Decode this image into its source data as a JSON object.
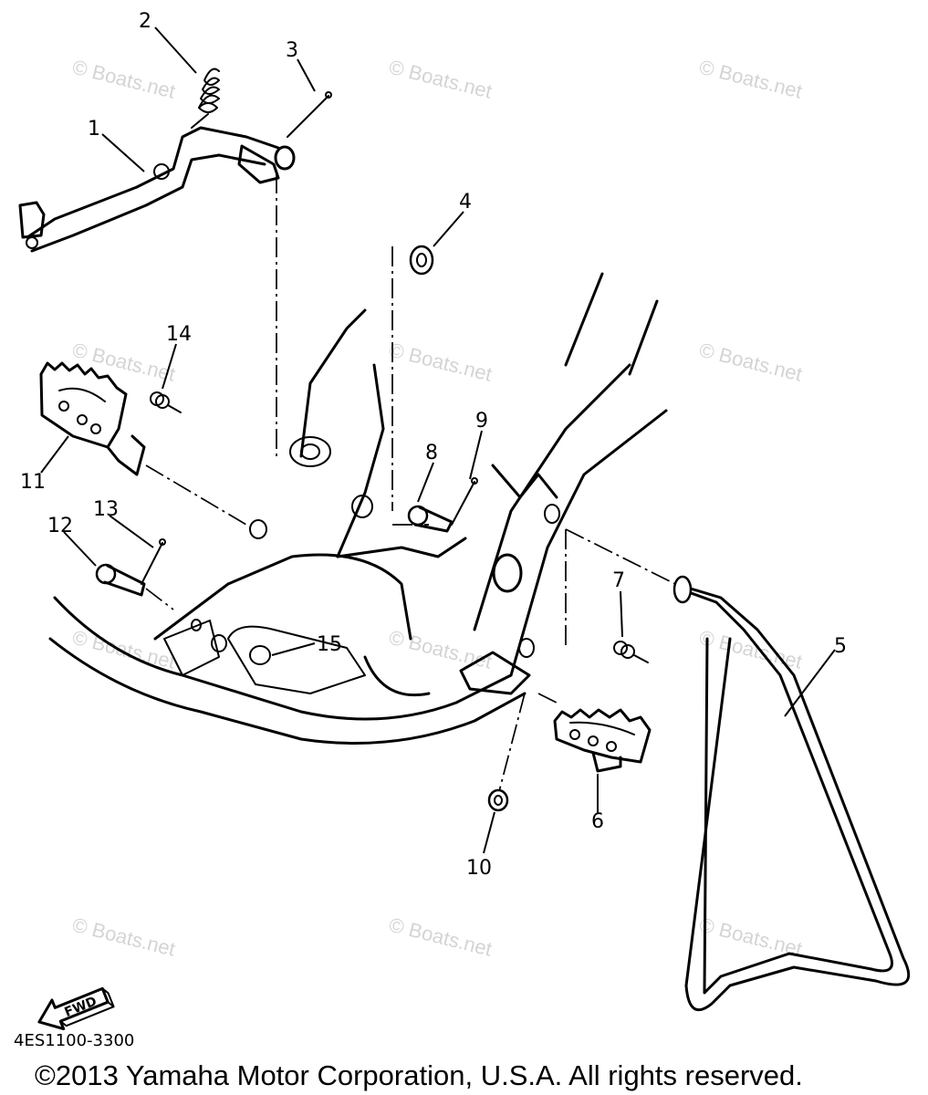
{
  "watermark": "© Boats.net",
  "callouts": [
    "1",
    "2",
    "3",
    "4",
    "5",
    "6",
    "7",
    "8",
    "9",
    "10",
    "11",
    "12",
    "13",
    "14",
    "15"
  ],
  "fwd_label": "FWD",
  "diagram_code": "4ES1100-3300",
  "copyright": "©2013 Yamaha Motor Corporation, U.S.A. All rights reserved."
}
